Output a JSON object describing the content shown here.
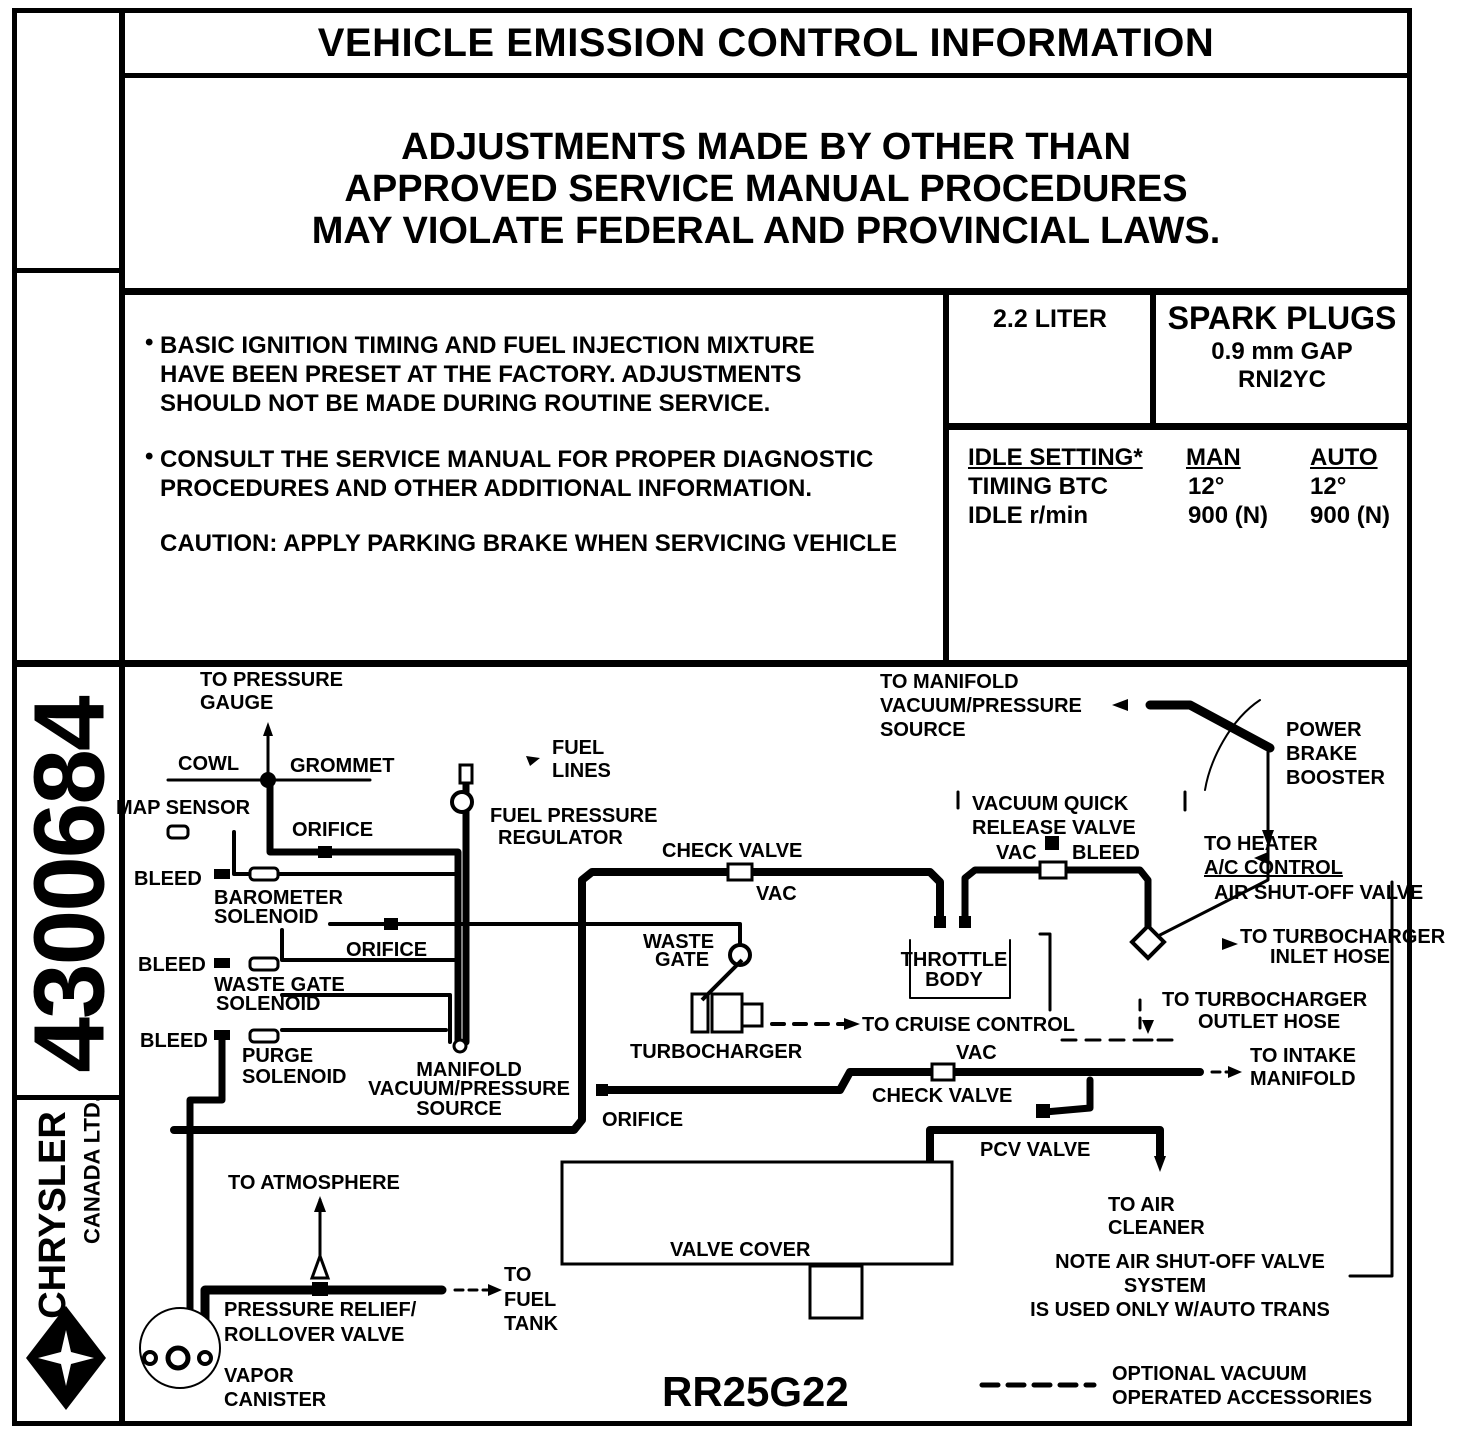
{
  "header": {
    "title": "VEHICLE EMISSION CONTROL INFORMATION",
    "warning_lines": [
      "ADJUSTMENTS MADE BY OTHER THAN",
      "APPROVED SERVICE MANUAL PROCEDURES",
      "MAY VIOLATE FEDERAL AND PROVINCIAL LAWS."
    ]
  },
  "notes": {
    "bullet1": [
      "BASIC IGNITION TIMING AND FUEL INJECTION MIXTURE",
      "HAVE BEEN PRESET AT THE FACTORY. ADJUSTMENTS",
      "SHOULD NOT BE MADE DURING ROUTINE SERVICE."
    ],
    "bullet2": [
      "CONSULT THE SERVICE MANUAL FOR PROPER DIAGNOSTIC",
      "PROCEDURES AND OTHER ADDITIONAL INFORMATION."
    ],
    "caution": "CAUTION: APPLY PARKING BRAKE WHEN SERVICING VEHICLE",
    "bullet_char": "•"
  },
  "engine": {
    "displacement": "2.2 LITER"
  },
  "spark_plugs": {
    "title": "SPARK PLUGS",
    "gap": "0.9 mm GAP",
    "type": "RNl2YC"
  },
  "idle_table": {
    "headers": [
      "IDLE SETTING*",
      "MAN",
      "AUTO"
    ],
    "rows": [
      [
        "TIMING BTC",
        "12°",
        "12°"
      ],
      [
        "IDLE r/min",
        "900 (N)",
        "900 (N)"
      ]
    ]
  },
  "side": {
    "part_number": "4300684",
    "brand": "CHRYSLER",
    "brand_sub": "CANADA LTD."
  },
  "diagram": {
    "to_pressure_gauge": [
      "TO PRESSURE",
      "GAUGE"
    ],
    "cowl": "COWL",
    "grommet": "GROMMET",
    "map_sensor": "MAP SENSOR",
    "orifice_1": "ORIFICE",
    "fuel_lines": [
      "FUEL",
      "LINES"
    ],
    "fuel_pressure_regulator": [
      "FUEL PRESSURE",
      "REGULATOR"
    ],
    "bleed_1": "BLEED",
    "barometer_solenoid": [
      "BAROMETER",
      "SOLENOID"
    ],
    "orifice_2": "ORIFICE",
    "bleed_2": "BLEED",
    "waste_gate_solenoid": [
      "WASTE GATE",
      "SOLENOID"
    ],
    "bleed_3": "BLEED",
    "purge_solenoid": [
      "PURGE",
      "SOLENOID"
    ],
    "manifold_source": [
      "MANIFOLD",
      "VACUUM/PRESSURE",
      "SOURCE"
    ],
    "check_valve_1": "CHECK VALVE",
    "vac_1": "VAC",
    "waste_gate": [
      "WASTE",
      "GATE"
    ],
    "turbocharger": "TURBOCHARGER",
    "to_cruise_control": "TO CRUISE CONTROL",
    "orifice_3": "ORIFICE",
    "to_manifold_source": [
      "TO MANIFOLD",
      "VACUUM/PRESSURE",
      "SOURCE"
    ],
    "power_brake_booster": [
      "POWER",
      "BRAKE",
      "BOOSTER"
    ],
    "vacuum_quick_release": [
      "VACUUM QUICK",
      "RELEASE VALVE"
    ],
    "vac_bleed": [
      "VAC",
      "BLEED"
    ],
    "to_heater": [
      "TO HEATER",
      "A/C CONTROL"
    ],
    "air_shutoff_valve": "AIR SHUT-OFF VALVE",
    "throttle_body": [
      "THROTTLE",
      "BODY"
    ],
    "to_turbo_inlet": [
      "TO TURBOCHARGER",
      "INLET HOSE"
    ],
    "to_turbo_outlet": [
      "TO TURBOCHARGER",
      "OUTLET HOSE"
    ],
    "vac_2": "VAC",
    "check_valve_2": "CHECK VALVE",
    "to_intake_manifold": [
      "TO INTAKE",
      "MANIFOLD"
    ],
    "pcv_valve": "PCV VALVE",
    "to_air_cleaner": [
      "TO AIR",
      "CLEANER"
    ],
    "valve_cover": "VALVE COVER",
    "note": [
      "NOTE AIR SHUT-OFF VALVE",
      "SYSTEM",
      "IS USED ONLY W/AUTO TRANS"
    ],
    "to_atmosphere": "TO ATMOSPHERE",
    "pressure_relief": [
      "PRESSURE RELIEF/",
      "ROLLOVER VALVE"
    ],
    "to_fuel_tank": [
      "TO",
      "FUEL",
      "TANK"
    ],
    "vapor_canister": [
      "VAPOR",
      "CANISTER"
    ],
    "code": "RR25G22",
    "legend": [
      "OPTIONAL VACUUM",
      "OPERATED ACCESSORIES"
    ]
  }
}
